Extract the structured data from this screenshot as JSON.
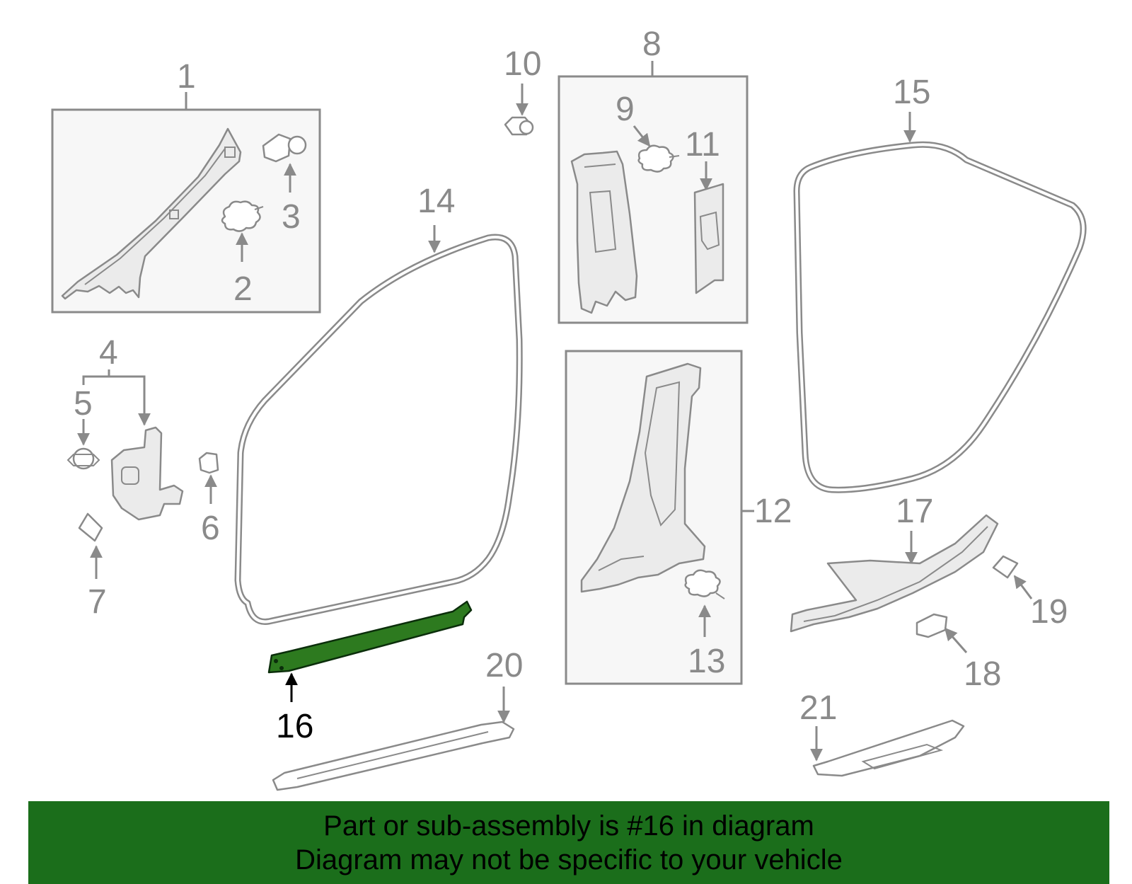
{
  "callouts": {
    "c1": "1",
    "c2": "2",
    "c3": "3",
    "c4": "4",
    "c5": "5",
    "c6": "6",
    "c7": "7",
    "c8": "8",
    "c9": "9",
    "c10": "10",
    "c11": "11",
    "c12": "12",
    "c13": "13",
    "c14": "14",
    "c15": "15",
    "c16": "16",
    "c17": "17",
    "c18": "18",
    "c19": "19",
    "c20": "20",
    "c21": "21"
  },
  "highlight": {
    "part": "16",
    "color": "#2d7a1f"
  },
  "banner": {
    "line1": "Part or sub-assembly is #16 in diagram",
    "line2": "Diagram may not be specific to your vehicle",
    "background": "#1b6e1b"
  }
}
